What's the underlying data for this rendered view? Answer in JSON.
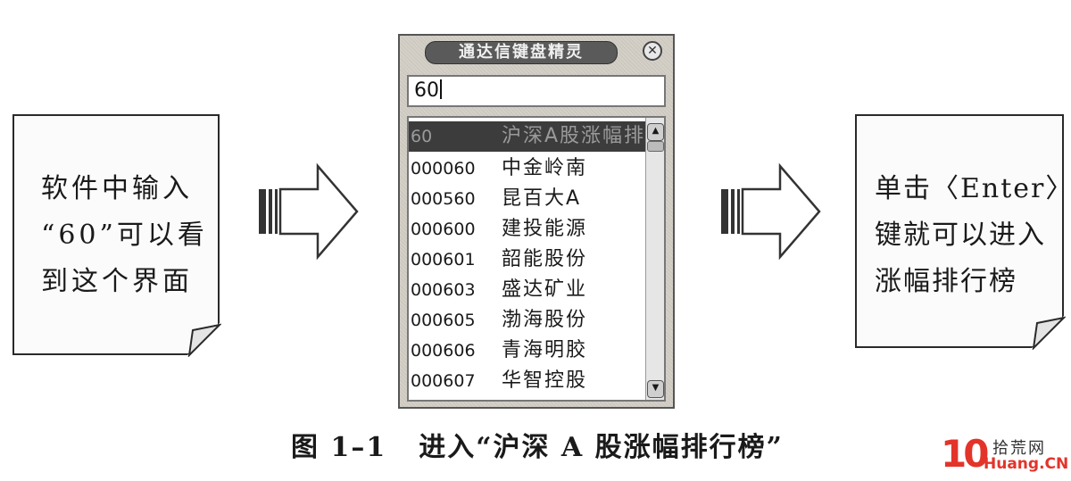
{
  "left_note": {
    "lines": [
      "软件中输入",
      "“60”可以看",
      "到这个界面"
    ]
  },
  "right_note": {
    "lines": [
      "单击〈Enter〉",
      "键就可以进入",
      "涨幅排行榜"
    ]
  },
  "popup": {
    "title": "通达信键盘精灵",
    "close_icon": "close-circle-x",
    "search": {
      "value": "60"
    },
    "selected_row": {
      "code": "60",
      "name": "沪深A股涨幅排"
    },
    "rows": [
      {
        "code": "000060",
        "name": "中金岭南"
      },
      {
        "code": "000560",
        "name": "昆百大A"
      },
      {
        "code": "000600",
        "name": "建投能源"
      },
      {
        "code": "000601",
        "name": "韶能股份"
      },
      {
        "code": "000603",
        "name": "盛达矿业"
      },
      {
        "code": "000605",
        "name": "渤海股份"
      },
      {
        "code": "000606",
        "name": "青海明胶"
      },
      {
        "code": "000607",
        "name": "华智控股"
      }
    ]
  },
  "caption": {
    "number": "图 1–1",
    "text": "进入“沪深 A 股涨幅排行榜”"
  },
  "watermark": {
    "logo": "10",
    "site_name": "拾荒网",
    "domain": "Huang.CN"
  },
  "colors": {
    "watermark_red": "#e3342a",
    "selection": "#3c3c3c"
  }
}
